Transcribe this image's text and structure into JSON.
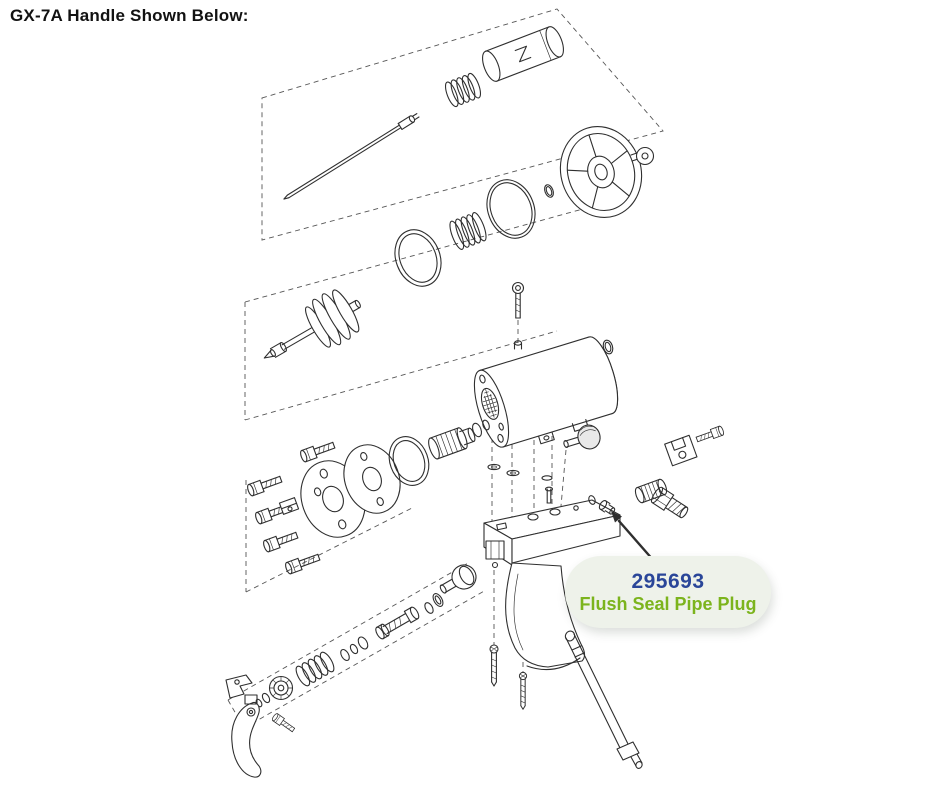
{
  "title": "GX-7A Handle Shown Below:",
  "callout": {
    "part_number": "295693",
    "part_name": "Flush Seal Pipe Plug"
  },
  "colors": {
    "line": "#2f2f2f",
    "title": "#121212",
    "part_number": "#2a4699",
    "part_name": "#7cb41d",
    "callout_bg": "#eef2ea",
    "background": "#ffffff"
  }
}
